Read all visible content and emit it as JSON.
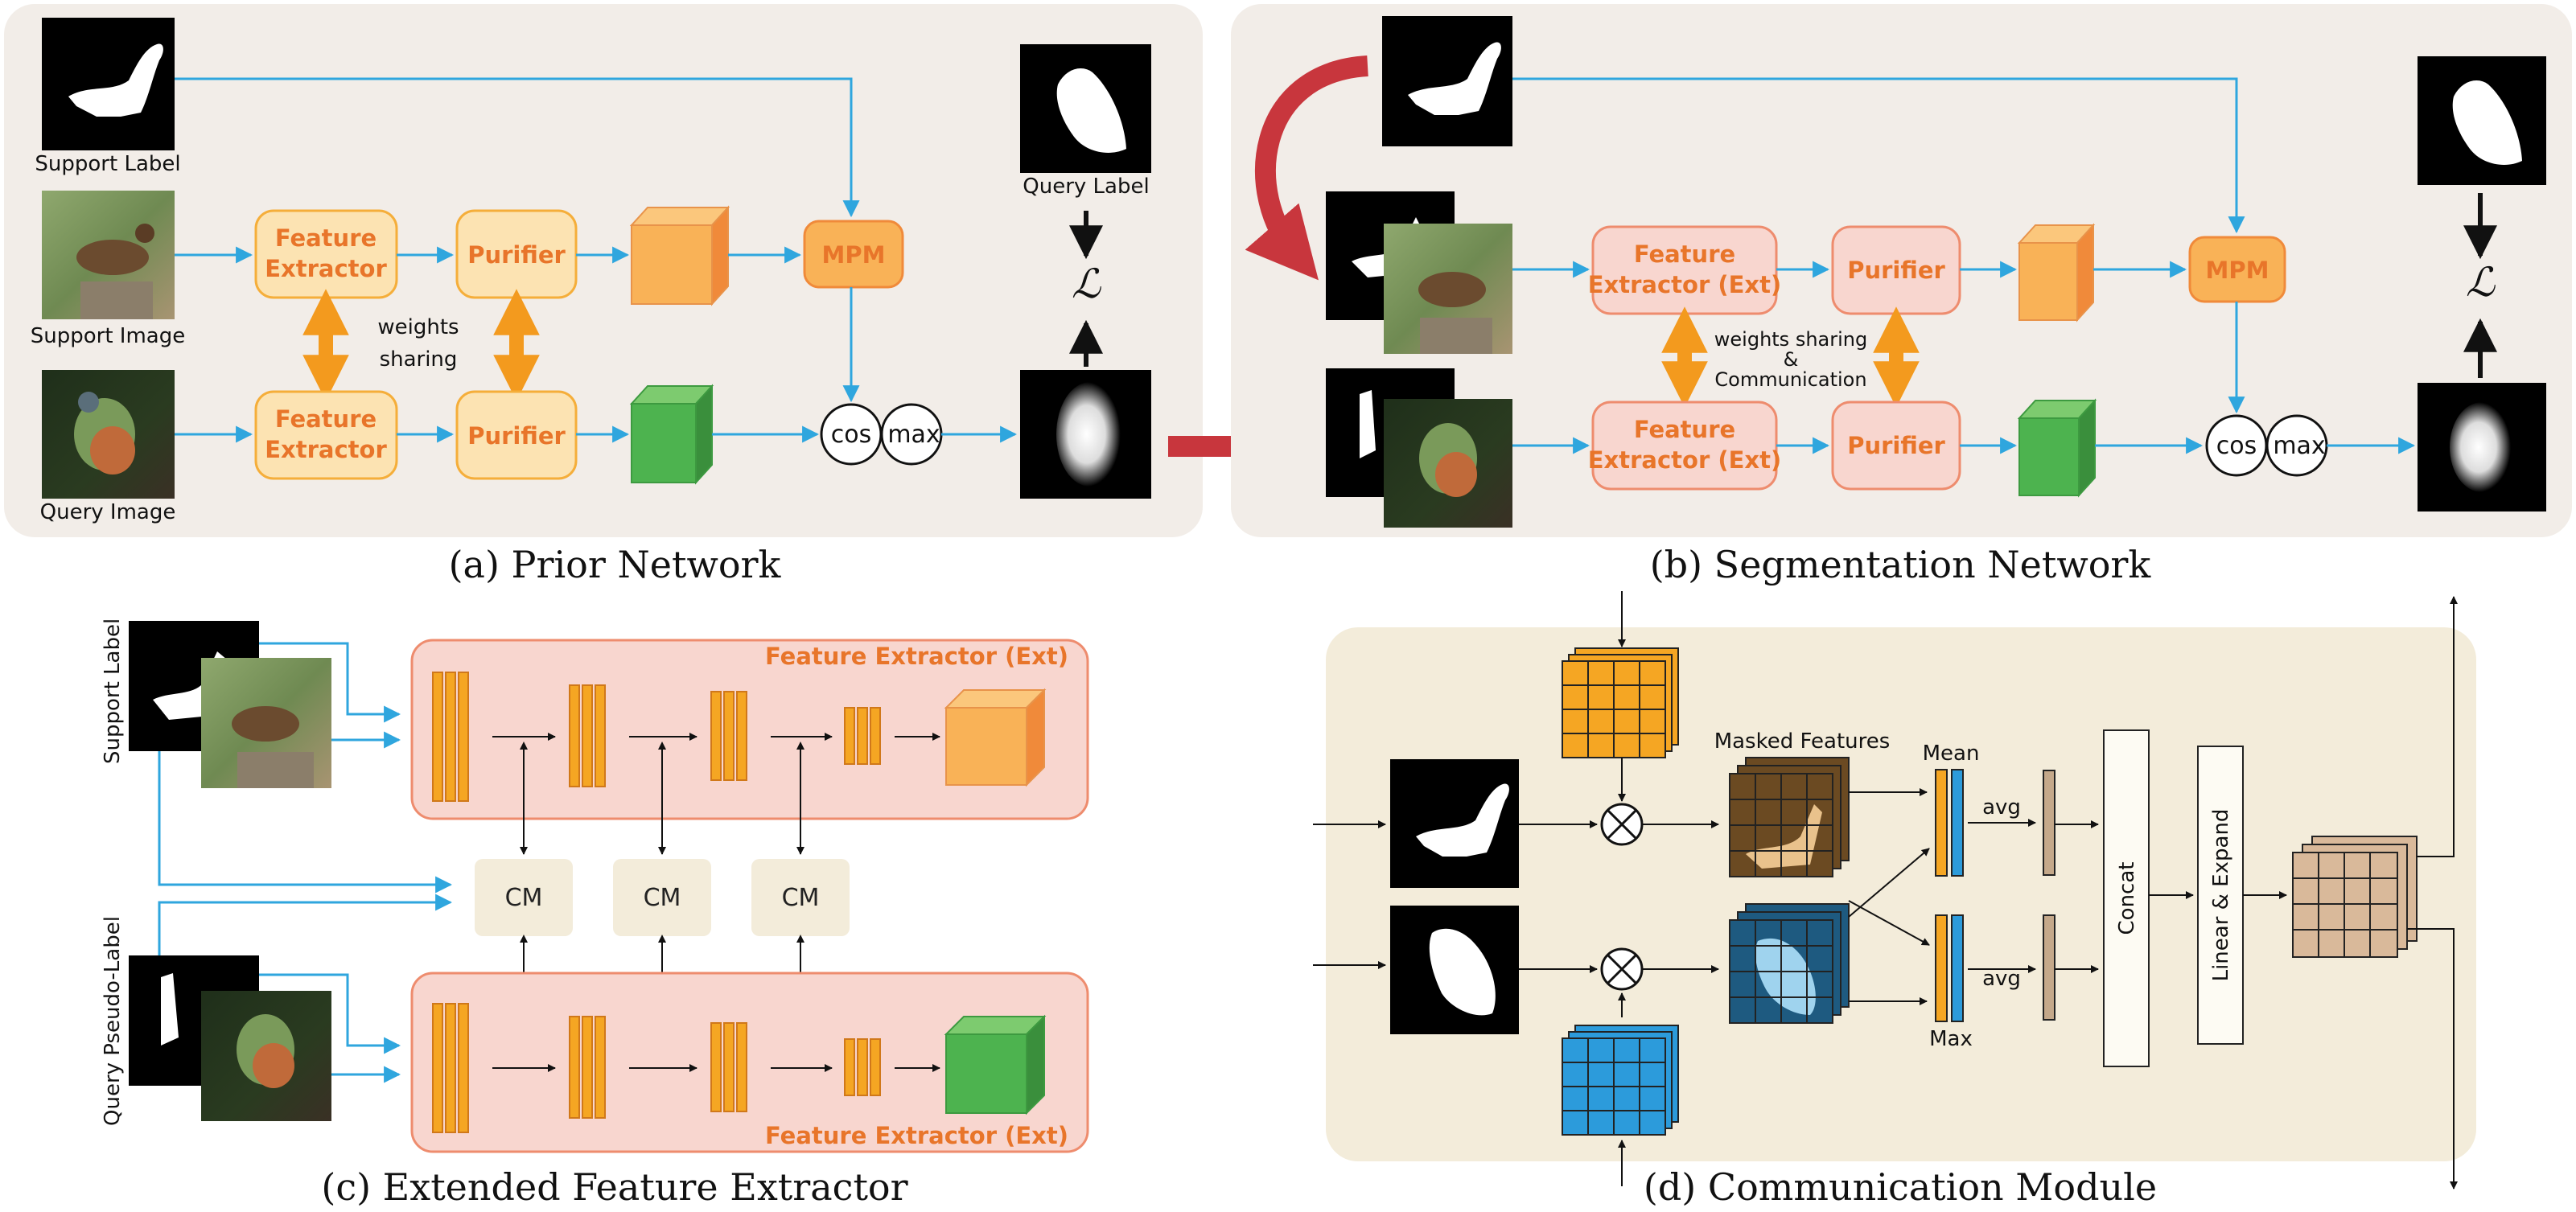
{
  "colors": {
    "panel_bg": "#F2EDE8",
    "panel_d_bg": "#F3ECDA",
    "arrow_blue": "#2FA6DE",
    "orange_fill": "#FCE3B2",
    "orange_stroke": "#F5AE3A",
    "orange_text": "#E8752A",
    "ext_fill": "#F8D6CF",
    "ext_stroke": "#EE8C6E",
    "big_arrow_red": "#C8363D",
    "swap_orange": "#F39A1E",
    "cube_orange": "#F9B257",
    "cube_green": "#4DB34F",
    "grid_orange": "#F5A623",
    "grid_blue": "#2C9BDB",
    "masked_brown": "#6B4A22",
    "masked_blue": "#1E5A80"
  },
  "panel_a": {
    "caption": "(a) Prior Network",
    "support_label": "Support Label",
    "support_image": "Support Image",
    "query_image": "Query Image",
    "query_label": "Query Label",
    "feature_extractor": [
      "Feature",
      "Extractor"
    ],
    "purifier": "Purifier",
    "mpm": "MPM",
    "weights_sharing": [
      "weights",
      "sharing"
    ],
    "cos": "cos",
    "max": "max",
    "loss": "ℒ"
  },
  "panel_b": {
    "caption": "(b) Segmentation Network",
    "feature_extractor_ext": [
      "Feature",
      "Extractor (Ext)"
    ],
    "purifier": "Purifier",
    "mpm": "MPM",
    "weights_sharing": [
      "weights sharing",
      "&",
      "Communication"
    ],
    "cos": "cos",
    "max": "max",
    "loss": "ℒ"
  },
  "panel_c": {
    "caption": "(c) Extended Feature Extractor",
    "support_label": "Support Label",
    "query_pseudo_label": "Query Pseudo-Label",
    "ext_title": "Feature Extractor (Ext)",
    "cm": "CM"
  },
  "panel_d": {
    "caption": "(d) Communication Module",
    "masked_features": "Masked Features",
    "mean": "Mean",
    "max": "Max",
    "avg": "avg",
    "concat": "Concat",
    "linear_expand": "Linear & Expand"
  }
}
